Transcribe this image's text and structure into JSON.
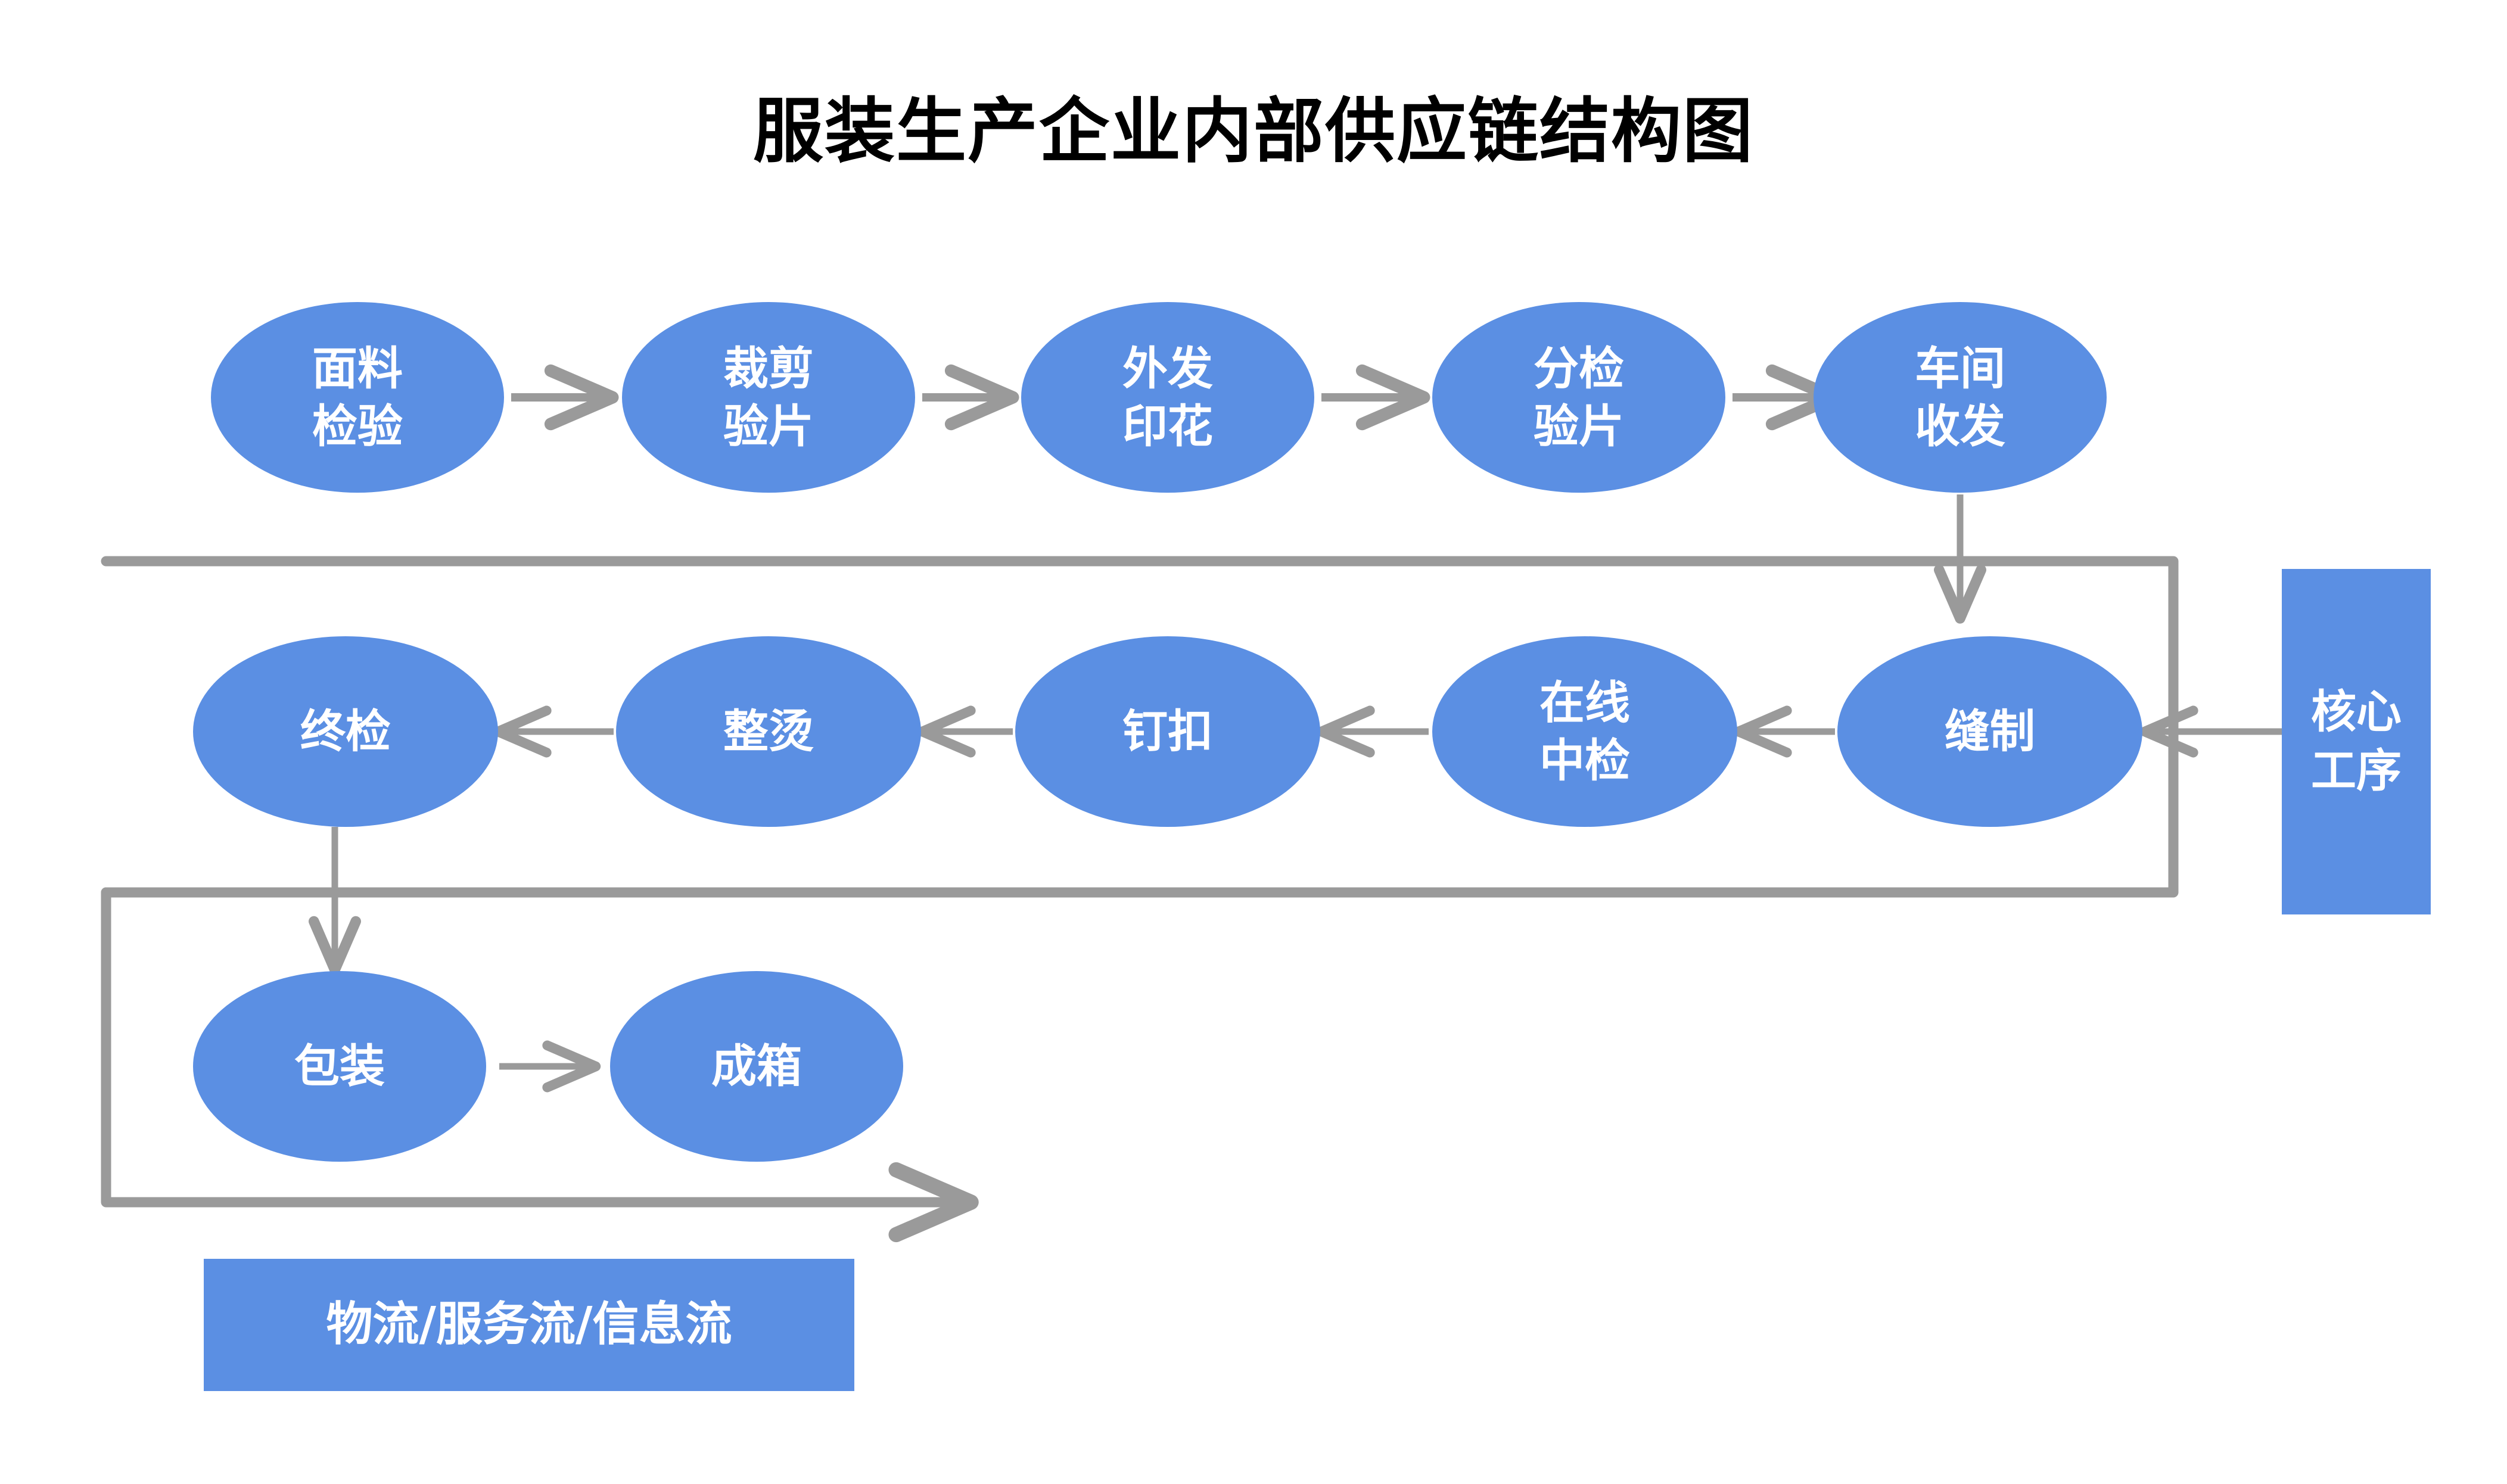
{
  "diagram": {
    "title": "服装生产企业内部供应链结构图",
    "accent_color": "#5B8FE3",
    "connector_color": "#9A9A9A",
    "bracket_color": "#9A9A9A",
    "text_color": "#FFFFFF",
    "title_color": "#000000",
    "background": "#FFFFFF"
  },
  "rows": {
    "row1": {
      "direction": "left-to-right",
      "nodes": [
        {
          "label": "面料\n检验"
        },
        {
          "label": "裁剪\n验片"
        },
        {
          "label": "外发\n印花"
        },
        {
          "label": "分检\n验片"
        },
        {
          "label": "车间\n收发"
        }
      ]
    },
    "row2": {
      "direction": "right-to-left",
      "nodes": [
        {
          "label": "终检"
        },
        {
          "label": "整烫"
        },
        {
          "label": "钉扣"
        },
        {
          "label": "在线\n中检"
        },
        {
          "label": "缝制"
        }
      ]
    },
    "row3": {
      "direction": "left-to-right",
      "nodes": [
        {
          "label": "包装"
        },
        {
          "label": "成箱"
        }
      ]
    }
  },
  "labels": {
    "core_process": "核心\n工序",
    "flow_legend": "物流/服务流/信息流"
  },
  "chart_data": {
    "type": "diagram",
    "title": "服装生产企业内部供应链结构图",
    "flow_sequence": [
      "面料检验",
      "裁剪验片",
      "外发印花",
      "分检验片",
      "车间收发",
      "缝制",
      "在线中检",
      "钉扣",
      "整烫",
      "终检",
      "包装",
      "成箱"
    ],
    "annotations": [
      "核心工序",
      "物流/服务流/信息流"
    ]
  }
}
